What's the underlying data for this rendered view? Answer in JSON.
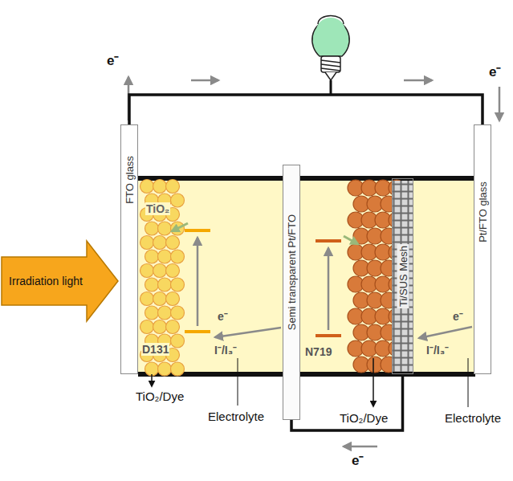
{
  "diagram": {
    "nodes": [
      {
        "text": [
          "Irradiation light"
        ]
      },
      {
        "text": [
          "FTO glass"
        ]
      },
      {
        "text": [
          "Semi transparent Pt/FTO"
        ]
      },
      {
        "text": [
          "Ti/SUS Mesh"
        ]
      },
      {
        "text": [
          "Pt/FTO glass"
        ]
      }
    ],
    "edges": [
      {
        "from": 1,
        "to": 4,
        "arrow": "none"
      },
      {
        "from": 2,
        "to": 3,
        "arrow": "none"
      }
    ],
    "labels": [
      "e⁻",
      "e⁻",
      "TiO₂",
      "D131",
      "I⁻/I₃⁻",
      "e⁻",
      "N719",
      "e⁻",
      "I⁻/I₃⁻",
      "TiO₂/Dye",
      "Electrolyte",
      "TiO₂/Dye",
      "Electrolyte",
      "e⁻"
    ]
  }
}
